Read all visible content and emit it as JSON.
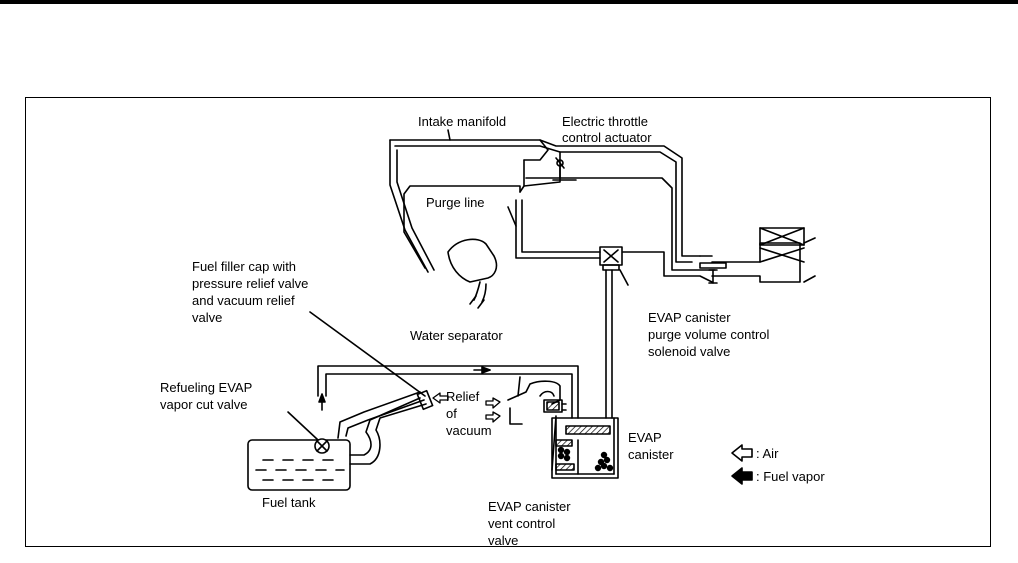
{
  "labels": {
    "intake_manifold": "Intake manifold",
    "throttle_line1": "Electric throttle",
    "throttle_line2": "control actuator",
    "purge_line": "Purge line",
    "filler_line1": "Fuel filler cap with",
    "filler_line2": "pressure relief valve",
    "filler_line3": "and vacuum relief",
    "filler_line4": "valve",
    "water_separator": "Water separator",
    "purge_valve_line1": "EVAP canister",
    "purge_valve_line2": "purge volume control",
    "purge_valve_line3": "solenoid valve",
    "refuel_line1": "Refueling EVAP",
    "refuel_line2": "vapor cut valve",
    "relief_line1": "Relief",
    "relief_line2": "of",
    "relief_line3": "vacuum",
    "canister_line1": "EVAP",
    "canister_line2": "canister",
    "fuel_tank": "Fuel tank",
    "vent_line1": "EVAP canister",
    "vent_line2": "vent control",
    "vent_line3": "valve"
  },
  "legend": {
    "air": ": Air",
    "fuel_vapor": ": Fuel vapor"
  }
}
